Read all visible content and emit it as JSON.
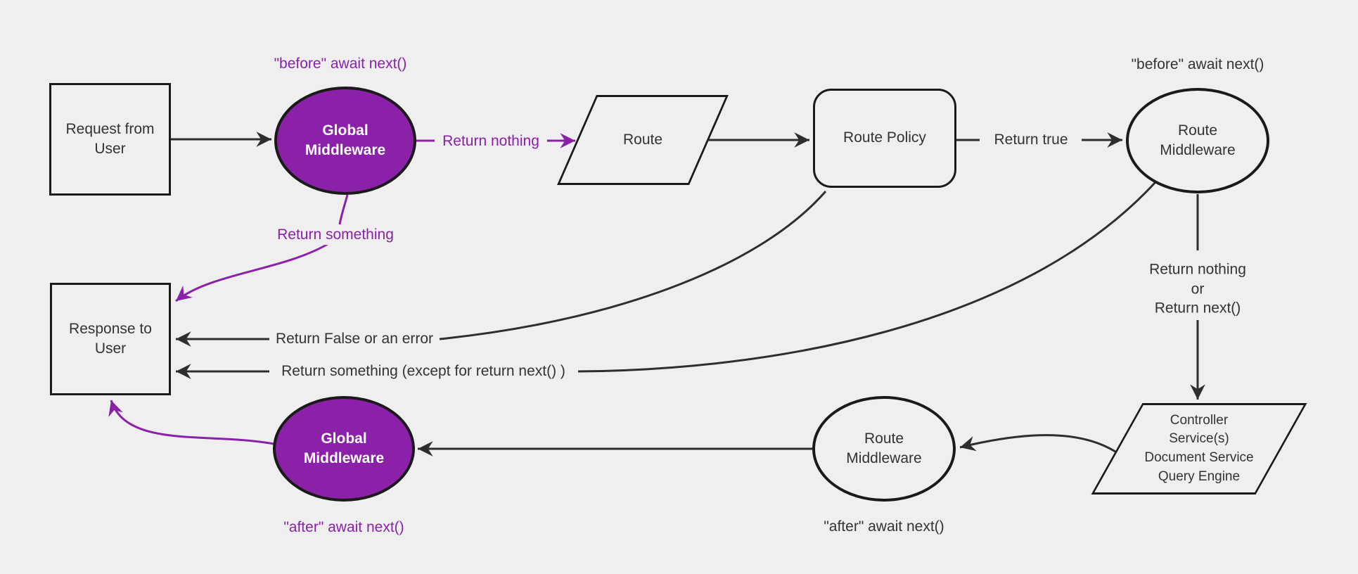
{
  "colors": {
    "background": "#efefef",
    "nodeFill": "#efefef",
    "purple": "#8B21A8",
    "line": "#2e2e2e",
    "border": "#1a1a1a",
    "text": "#333333",
    "white": "#ffffff"
  },
  "nodes": {
    "request": "Request from\nUser",
    "global_middleware_top": "Global\nMiddleware",
    "route": "Route",
    "route_policy": "Route Policy",
    "route_middleware_top": "Route\nMiddleware",
    "services": "Controller\nService(s)\nDocument Service\nQuery Engine",
    "route_middleware_bottom": "Route\nMiddleware",
    "global_middleware_bottom": "Global\nMiddleware",
    "response": "Response to\nUser"
  },
  "labels": {
    "before_global": "\"before\" await next()",
    "before_route": "\"before\" await next()",
    "return_nothing": "Return nothing",
    "return_true": "Return true",
    "return_something": "Return something",
    "return_false_or_error": "Return False or an error",
    "return_something_except": "Return something (except for return next() )",
    "return_nothing_or_next": "Return nothing\nor\nReturn next()",
    "after_route": "\"after\" await next()",
    "after_global": "\"after\" await next()"
  }
}
